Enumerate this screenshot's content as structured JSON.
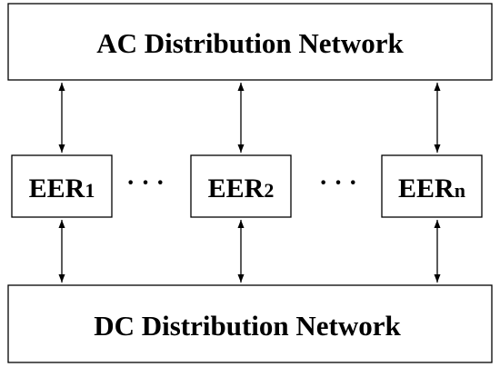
{
  "top_box": {
    "label": "AC Distribution Network"
  },
  "bottom_box": {
    "label": "DC Distribution Network"
  },
  "eers": [
    {
      "base": "EER",
      "sub": "1"
    },
    {
      "base": "EER",
      "sub": "2"
    },
    {
      "base": "EER",
      "sub": "n"
    }
  ],
  "ellipsis": [
    "· · ·",
    "· · ·"
  ],
  "colors": {
    "stroke": "#000000",
    "fill": "#ffffff"
  }
}
